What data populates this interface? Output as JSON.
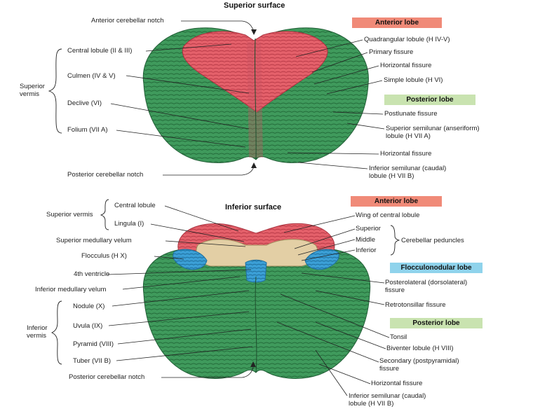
{
  "titles": {
    "superior": "Superior surface",
    "inferior": "Inferior surface"
  },
  "colors": {
    "anterior": "#f08a78",
    "posterior": "#c9e3b0",
    "flocculonodular": "#8fd3ec",
    "green": "#3f9a5c",
    "red": "#e4606a",
    "blue": "#3b9fd6"
  },
  "superior": {
    "anterior_notch": "Anterior cerebellar notch",
    "central_lobule": "Central lobule (II & III)",
    "culmen": "Culmen (IV & V)",
    "declive": "Declive (VI)",
    "folium": "Folium (VII A)",
    "posterior_notch": "Posterior cerebellar notch",
    "vermis": "Superior vermis",
    "anterior_lobe": "Anterior lobe",
    "quadrangular": "Quadrangular lobule (H IV-V)",
    "primary_fissure": "Primary fissure",
    "horizontal_fissure_1": "Horizontal fissure",
    "simple_lobule": "Simple lobule (H VI)",
    "posterior_lobe": "Posterior lobe",
    "postlunate": "Postlunate fissure",
    "superior_semilunar": "Superior semilunar (anseriform) lobule (H VII A)",
    "horizontal_fissure_2": "Horizontal fissure",
    "inferior_semilunar": "Inferior semilunar (caudal) lobule (H VII B)"
  },
  "inferior": {
    "superior_vermis": "Superior vermis",
    "central_lobule": "Central lobule",
    "lingula": "Lingula (I)",
    "sup_medullary_velum": "Superior medullary velum",
    "flocculus": "Flocculus (H X)",
    "fourth_ventricle": "4th ventricle",
    "inf_medullary_velum": "Inferior medullary velum",
    "nodule": "Nodule (X)",
    "uvula": "Uvula (IX)",
    "pyramid": "Pyramid (VIII)",
    "tuber": "Tuber (VII B)",
    "vermis": "Inferior vermis",
    "posterior_notch": "Posterior cerebellar notch",
    "anterior_lobe": "Anterior lobe",
    "wing": "Wing of central lobule",
    "superior": "Superior",
    "middle": "Middle",
    "inferior": "Inferior",
    "peduncles": "Cerebellar peduncles",
    "flocculonodular_lobe": "Flocculonodular lobe",
    "posterolateral": "Posterolateral (dorsolateral) fissure",
    "retrotonsillar": "Retrotonsillar fissure",
    "posterior_lobe": "Posterior lobe",
    "tonsil": "Tonsil",
    "biventer": "Biventer lobule (H VIII)",
    "secondary": "Secondary (postpyramidal) fissure",
    "horizontal_fissure": "Horizontal fissure",
    "inferior_semilunar": "Inferior semilunar (caudal) lobule (H VII B)"
  }
}
